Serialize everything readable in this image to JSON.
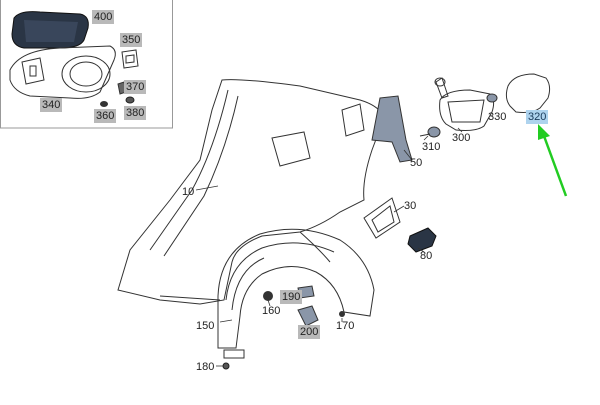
{
  "parts": [
    {
      "id": "p400",
      "label": "400",
      "boxed": true
    },
    {
      "id": "p350",
      "label": "350",
      "boxed": true
    },
    {
      "id": "p340",
      "label": "340",
      "boxed": true
    },
    {
      "id": "p370",
      "label": "370",
      "boxed": true
    },
    {
      "id": "p360",
      "label": "360",
      "boxed": true
    },
    {
      "id": "p380",
      "label": "380",
      "boxed": true
    },
    {
      "id": "p10",
      "label": "10",
      "boxed": false
    },
    {
      "id": "p50",
      "label": "50",
      "boxed": false
    },
    {
      "id": "p310",
      "label": "310",
      "boxed": false
    },
    {
      "id": "p300",
      "label": "300",
      "boxed": false
    },
    {
      "id": "p330",
      "label": "330",
      "boxed": false
    },
    {
      "id": "p320",
      "label": "320",
      "boxed": true,
      "highlighted": true
    },
    {
      "id": "p30",
      "label": "30",
      "boxed": false
    },
    {
      "id": "p80",
      "label": "80",
      "boxed": false
    },
    {
      "id": "p190",
      "label": "190",
      "boxed": true
    },
    {
      "id": "p160",
      "label": "160",
      "boxed": false
    },
    {
      "id": "p150",
      "label": "150",
      "boxed": false
    },
    {
      "id": "p200",
      "label": "200",
      "boxed": true
    },
    {
      "id": "p170",
      "label": "170",
      "boxed": false
    },
    {
      "id": "p180",
      "label": "180",
      "boxed": false
    }
  ],
  "colors": {
    "line": "#333333",
    "label_box": "#b9b9b9",
    "highlight": "#aed3ee",
    "arrow": "#22cc22",
    "dark_part": "#2a3545",
    "mid_part": "#8a96a8"
  }
}
